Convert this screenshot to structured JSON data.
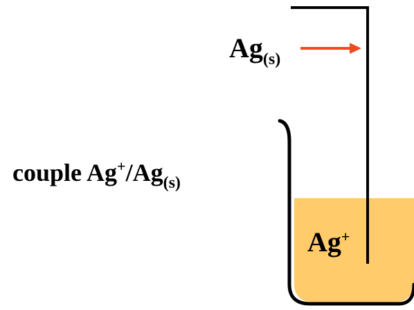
{
  "diagram": {
    "electrode": {
      "symbol": "Ag",
      "state": "(s)"
    },
    "couple": {
      "prefix": "couple",
      "oxidant_symbol": "Ag",
      "oxidant_charge": "+",
      "separator": "/",
      "reductant_symbol": "Ag",
      "reductant_state": "(s)"
    },
    "solution": {
      "ion_symbol": "Ag",
      "ion_charge": "+"
    },
    "colors": {
      "solution_fill": "#FFCB6B",
      "arrow": "#F04A1E",
      "lines": "#000000"
    }
  }
}
